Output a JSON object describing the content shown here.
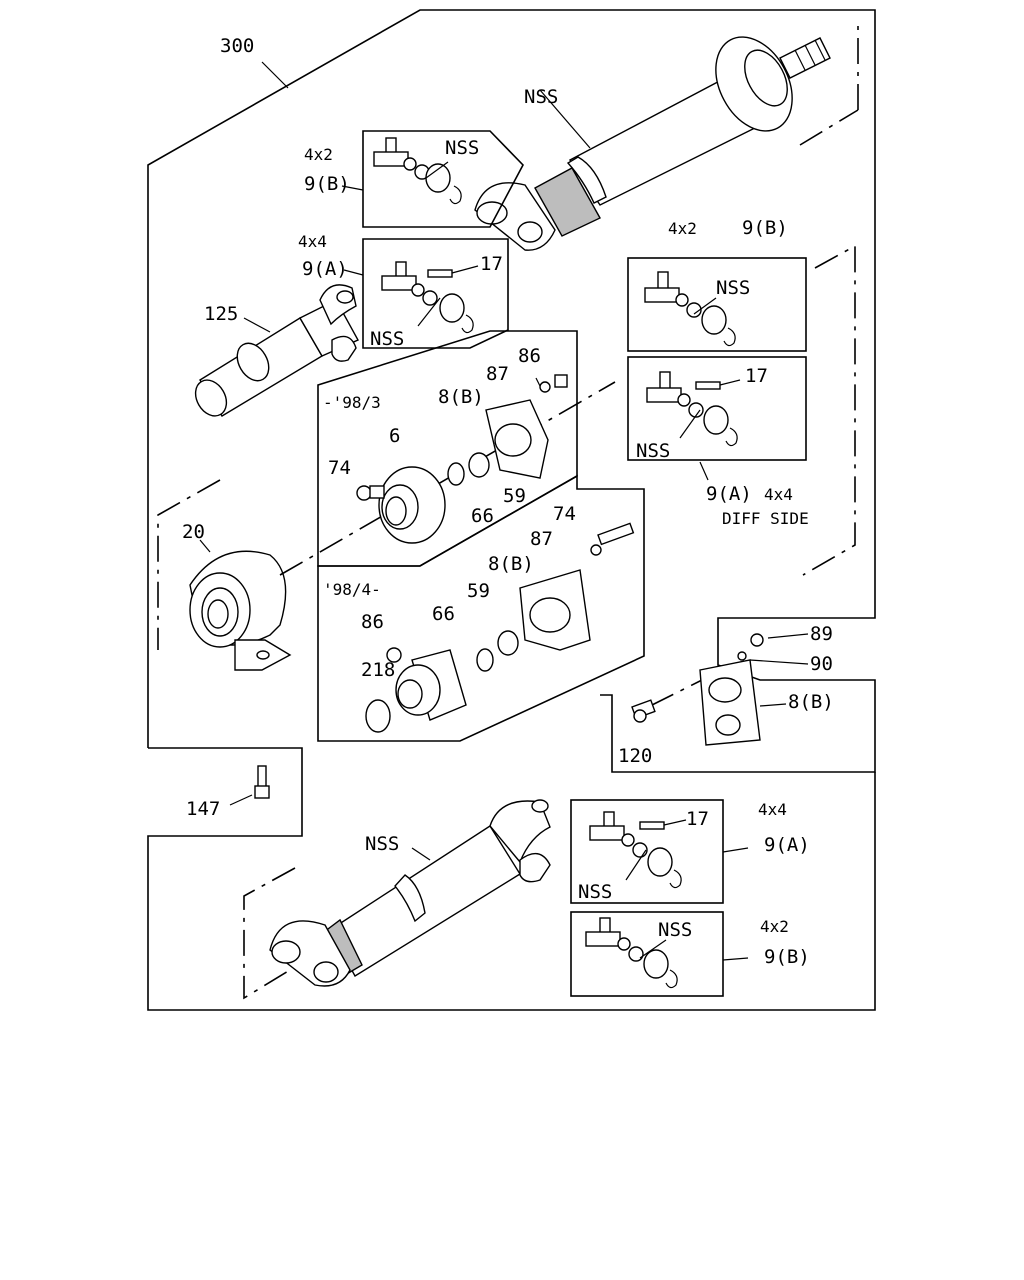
{
  "labels": {
    "assembly": "300",
    "nss": "NSS",
    "drive_4x2": "4x2",
    "drive_4x4": "4x4",
    "ujoint_b": "9(B)",
    "ujoint_a": "9(A)",
    "grease_fitting": "17",
    "shaft_125": "125",
    "nut_86": "86",
    "washer_87": "87",
    "flange_8b": "8(B)",
    "period_up_to": "-'98/3",
    "period_from": "'98/4-",
    "flange_6": "6",
    "bolt_74": "74",
    "bearing_59": "59",
    "ring_66": "66",
    "center_bearing_20": "20",
    "snap_ring_218": "218",
    "nut_89": "89",
    "washer_90": "90",
    "bolt_120": "120",
    "bolt_147": "147",
    "diff_side": "DIFF SIDE"
  }
}
